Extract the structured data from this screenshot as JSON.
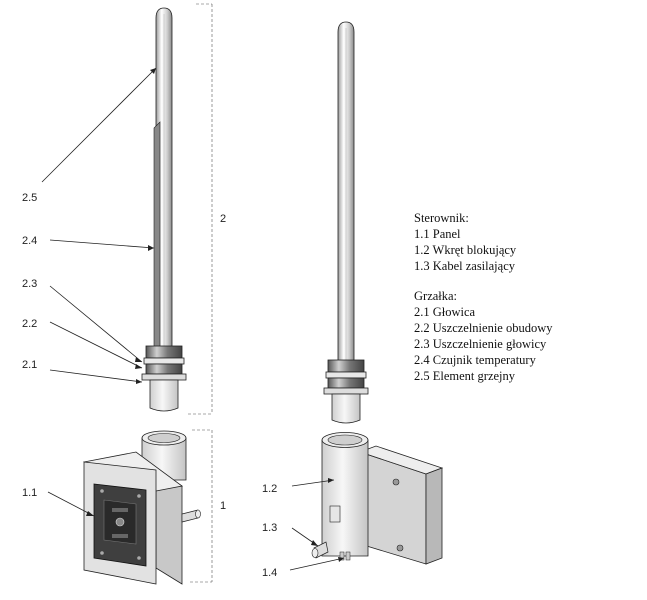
{
  "legend": {
    "controller_title": "Sterownik:",
    "controller_items": [
      "1.1 Panel",
      "1.2 Wkręt blokujący",
      "1.3 Kabel zasilający"
    ],
    "heater_title": "Grzałka:",
    "heater_items": [
      "2.1 Głowica",
      "2.2 Uszczelnienie obudowy",
      "2.3 Uszczelnienie głowicy",
      "2.4 Czujnik temperatury",
      "2.5 Element grzejny"
    ]
  },
  "callouts": {
    "c25": "2.5",
    "c24": "2.4",
    "c23": "2.3",
    "c22": "2.2",
    "c21": "2.1",
    "c2": "2",
    "c11": "1.1",
    "c1": "1",
    "c12": "1.2",
    "c13": "1.3",
    "c14": "1.4"
  },
  "colors": {
    "line": "#222222",
    "metal_light": "#f4f4f4",
    "metal_mid": "#d8d8d8",
    "metal_dark": "#9a9a9a",
    "panel_face": "#444444"
  }
}
